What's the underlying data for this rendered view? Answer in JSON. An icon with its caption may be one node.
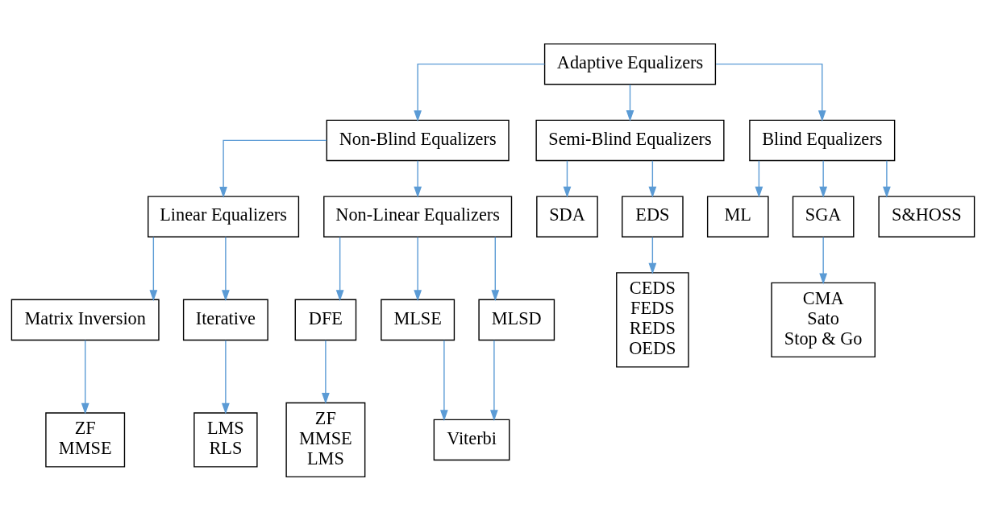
{
  "diagram": {
    "nodes": [
      {
        "text": [
          "Adaptive Equalizers"
        ]
      },
      {
        "text": [
          "Non-Blind Equalizers"
        ]
      },
      {
        "text": [
          "Semi-Blind Equalizers"
        ]
      },
      {
        "text": [
          "Blind Equalizers"
        ]
      },
      {
        "text": [
          "Linear Equalizers"
        ]
      },
      {
        "text": [
          "Non-Linear Equalizers"
        ]
      },
      {
        "text": [
          "SDA"
        ]
      },
      {
        "text": [
          "EDS"
        ]
      },
      {
        "text": [
          "ML"
        ]
      },
      {
        "text": [
          "SGA"
        ]
      },
      {
        "text": [
          "S&HOSS"
        ]
      },
      {
        "text": [
          "Matrix Inversion"
        ]
      },
      {
        "text": [
          "Iterative"
        ]
      },
      {
        "text": [
          "DFE"
        ]
      },
      {
        "text": [
          "MLSE"
        ]
      },
      {
        "text": [
          "MLSD"
        ]
      },
      {
        "text": [
          "CEDS",
          "FEDS",
          "REDS",
          "OEDS"
        ]
      },
      {
        "text": [
          "CMA",
          "Sato",
          "Stop & Go"
        ]
      },
      {
        "text": [
          "ZF",
          "MMSE"
        ]
      },
      {
        "text": [
          "LMS",
          "RLS"
        ]
      },
      {
        "text": [
          "ZF",
          "MMSE",
          "LMS"
        ]
      },
      {
        "text": [
          "Viterbi"
        ]
      }
    ],
    "edges": [
      {
        "from": 0,
        "to": 1,
        "arrow": "to"
      },
      {
        "from": 0,
        "to": 2,
        "arrow": "to"
      },
      {
        "from": 0,
        "to": 3,
        "arrow": "to"
      },
      {
        "from": 1,
        "to": 4,
        "arrow": "to"
      },
      {
        "from": 1,
        "to": 5,
        "arrow": "to"
      },
      {
        "from": 2,
        "to": 6,
        "arrow": "to"
      },
      {
        "from": 2,
        "to": 7,
        "arrow": "to"
      },
      {
        "from": 3,
        "to": 8,
        "arrow": "to"
      },
      {
        "from": 3,
        "to": 9,
        "arrow": "to"
      },
      {
        "from": 3,
        "to": 10,
        "arrow": "to"
      },
      {
        "from": 4,
        "to": 11,
        "arrow": "to"
      },
      {
        "from": 4,
        "to": 12,
        "arrow": "to"
      },
      {
        "from": 5,
        "to": 13,
        "arrow": "to"
      },
      {
        "from": 5,
        "to": 14,
        "arrow": "to"
      },
      {
        "from": 5,
        "to": 15,
        "arrow": "to"
      },
      {
        "from": 7,
        "to": 16,
        "arrow": "to"
      },
      {
        "from": 9,
        "to": 17,
        "arrow": "to"
      },
      {
        "from": 11,
        "to": 18,
        "arrow": "to"
      },
      {
        "from": 12,
        "to": 19,
        "arrow": "to"
      },
      {
        "from": 13,
        "to": 20,
        "arrow": "to"
      },
      {
        "from": 14,
        "to": 21,
        "arrow": "to"
      },
      {
        "from": 15,
        "to": 21,
        "arrow": "to"
      }
    ]
  }
}
